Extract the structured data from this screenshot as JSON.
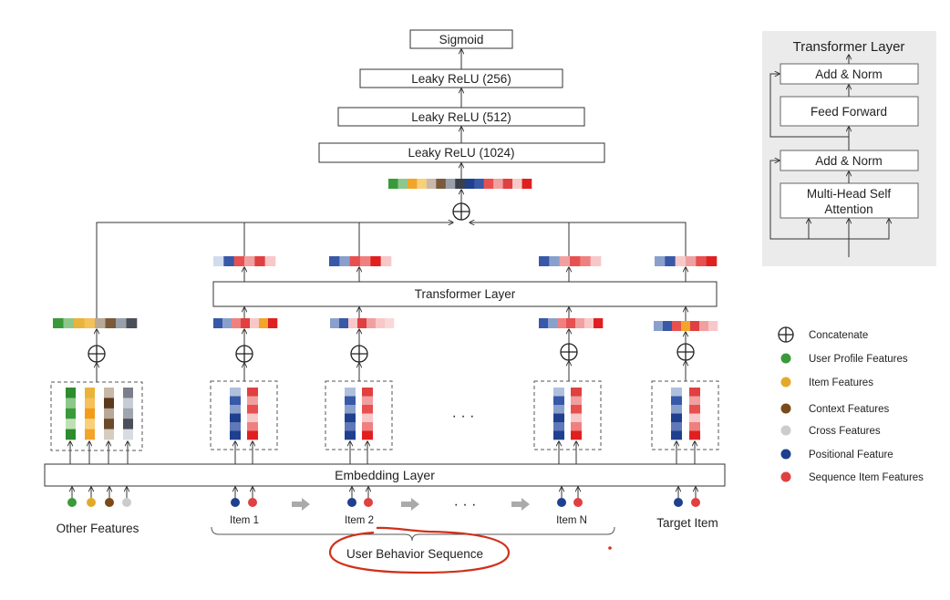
{
  "mlp": {
    "sigmoid": "Sigmoid",
    "relu256": "Leaky ReLU (256)",
    "relu512": "Leaky ReLU (512)",
    "relu1024": "Leaky ReLU (1024)"
  },
  "transformer_label": "Transformer Layer",
  "embedding_label": "Embedding  Layer",
  "ellipsis": "· · ·",
  "inputs": {
    "other": "Other Features",
    "item1": "Item 1",
    "item2": "Item 2",
    "itemN": "Item N",
    "target": "Target Item",
    "sequence": "User Behavior Sequence"
  },
  "inset": {
    "title": "Transformer Layer",
    "add_norm_top": "Add & Norm",
    "feed_forward": "Feed Forward",
    "add_norm_bottom": "Add & Norm",
    "mhsa_line1": "Multi-Head Self",
    "mhsa_line2": "Attention"
  },
  "legend": [
    {
      "label": "Concatenate",
      "symbol": "concat"
    },
    {
      "label": "User Profile Features",
      "color": "#3a9a3a"
    },
    {
      "label": "Item Features",
      "color": "#e3aa2a"
    },
    {
      "label": "Context Features",
      "color": "#7a4a1a"
    },
    {
      "label": "Cross Features",
      "color": "#cccccc"
    },
    {
      "label": "Positional Feature",
      "color": "#1f3f8f"
    },
    {
      "label": "Sequence Item Features",
      "color": "#e04040"
    }
  ],
  "colors": {
    "green": "#3a9a3a",
    "yellow": "#e3aa2a",
    "brown": "#7a4a1a",
    "gray": "#cccccc",
    "navy": "#1f3f8f",
    "red": "#e04040",
    "annotation": "#d0301a",
    "inset_bg": "#ebebeb"
  }
}
